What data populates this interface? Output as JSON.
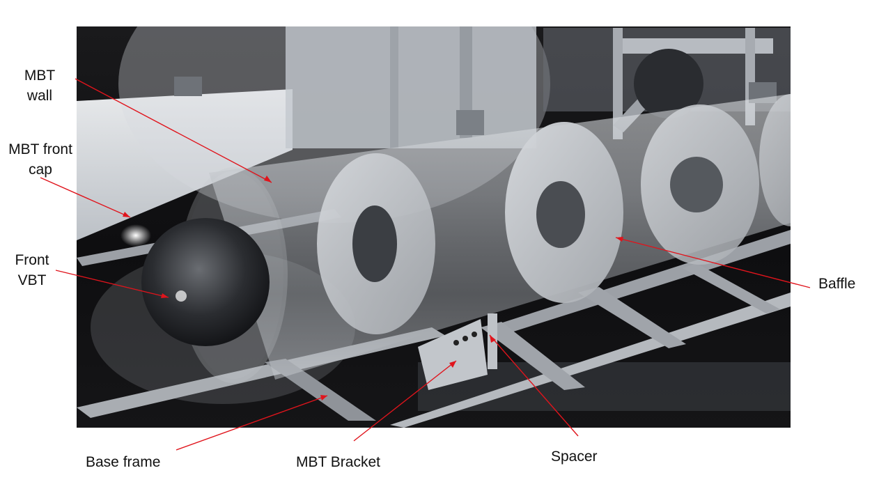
{
  "colors": {
    "leader_line": "#e0141c",
    "label_text": "#111111",
    "page_background": "#ffffff",
    "render_background": "#0b0b0b",
    "tank_glass": "#cfd3d8",
    "baffle": "#c9ccd0",
    "frame_metal": "#a9adb2"
  },
  "labels": {
    "mbt_wall": [
      "MBT",
      "wall"
    ],
    "mbt_front_cap": [
      "MBT front",
      "cap"
    ],
    "front_vbt": [
      "Front",
      "VBT"
    ],
    "baffle": "Baffle",
    "base_frame": "Base frame",
    "mbt_bracket": "MBT Bracket",
    "spacer": "Spacer"
  }
}
